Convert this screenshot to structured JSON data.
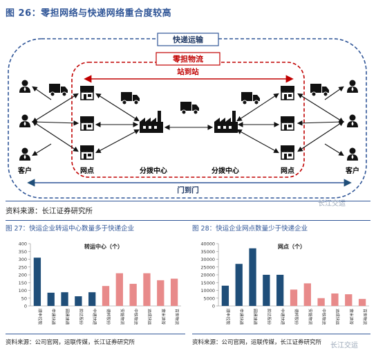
{
  "figure26": {
    "title": "图 26：零担网络与快递网络重合度较高",
    "express_label": "快递运输",
    "ltl_label": "零担物流",
    "station_label": "站到站",
    "door_label": "门到门",
    "customer_label": "客户",
    "outlet_label": "网点",
    "hub_label": "分拨中心",
    "source": "资料来源：长江证券研究所",
    "watermark": "长江交运",
    "colors": {
      "express": "#2f5597",
      "ltl": "#c00000"
    }
  },
  "figure27": {
    "title": "图 27：快运企业转运中心数量多于快递企业",
    "source": "资料来源：公司官网，运联传媒，长江证券研究所",
    "chart_data": {
      "type": "bar",
      "title": "转运中心（个）",
      "categories": [
        "顺丰控股",
        "申通快递",
        "圆通速递",
        "韵达股份",
        "中通快递",
        "德邦股份",
        "安能物流",
        "中铁物流",
        "远成快运",
        "壹米滴答",
        "百世物流"
      ],
      "values": [
        310,
        85,
        88,
        62,
        88,
        128,
        210,
        142,
        210,
        165,
        175
      ],
      "colors": [
        "#1f4e79",
        "#1f4e79",
        "#1f4e79",
        "#1f4e79",
        "#1f4e79",
        "#e88a8a",
        "#e88a8a",
        "#e88a8a",
        "#e88a8a",
        "#e88a8a",
        "#e88a8a"
      ],
      "ylim": [
        0,
        400
      ],
      "yticks": [
        0,
        50,
        100,
        150,
        200,
        250,
        300,
        350,
        400
      ]
    }
  },
  "figure28": {
    "title": "图 28：快运企业网点数量少于快递企业",
    "source": "资料来源：公司官网，运联传媒，长江证券研究所",
    "watermark": "长江交运",
    "chart_data": {
      "type": "bar",
      "title": "网点（个）",
      "categories": [
        "顺丰控股",
        "申通快递",
        "圆通速递",
        "韵达股份",
        "中通快递",
        "德邦股份",
        "安能物流",
        "中铁物流",
        "远成快运",
        "壹米滴答",
        "百世物流"
      ],
      "values": [
        13000,
        27000,
        37000,
        20000,
        20000,
        10500,
        14500,
        5000,
        8000,
        7500,
        4500
      ],
      "colors": [
        "#1f4e79",
        "#1f4e79",
        "#1f4e79",
        "#1f4e79",
        "#1f4e79",
        "#e88a8a",
        "#e88a8a",
        "#e88a8a",
        "#e88a8a",
        "#e88a8a",
        "#e88a8a"
      ],
      "ylim": [
        0,
        40000
      ],
      "yticks": [
        0,
        5000,
        10000,
        15000,
        20000,
        25000,
        30000,
        35000,
        40000
      ]
    }
  }
}
